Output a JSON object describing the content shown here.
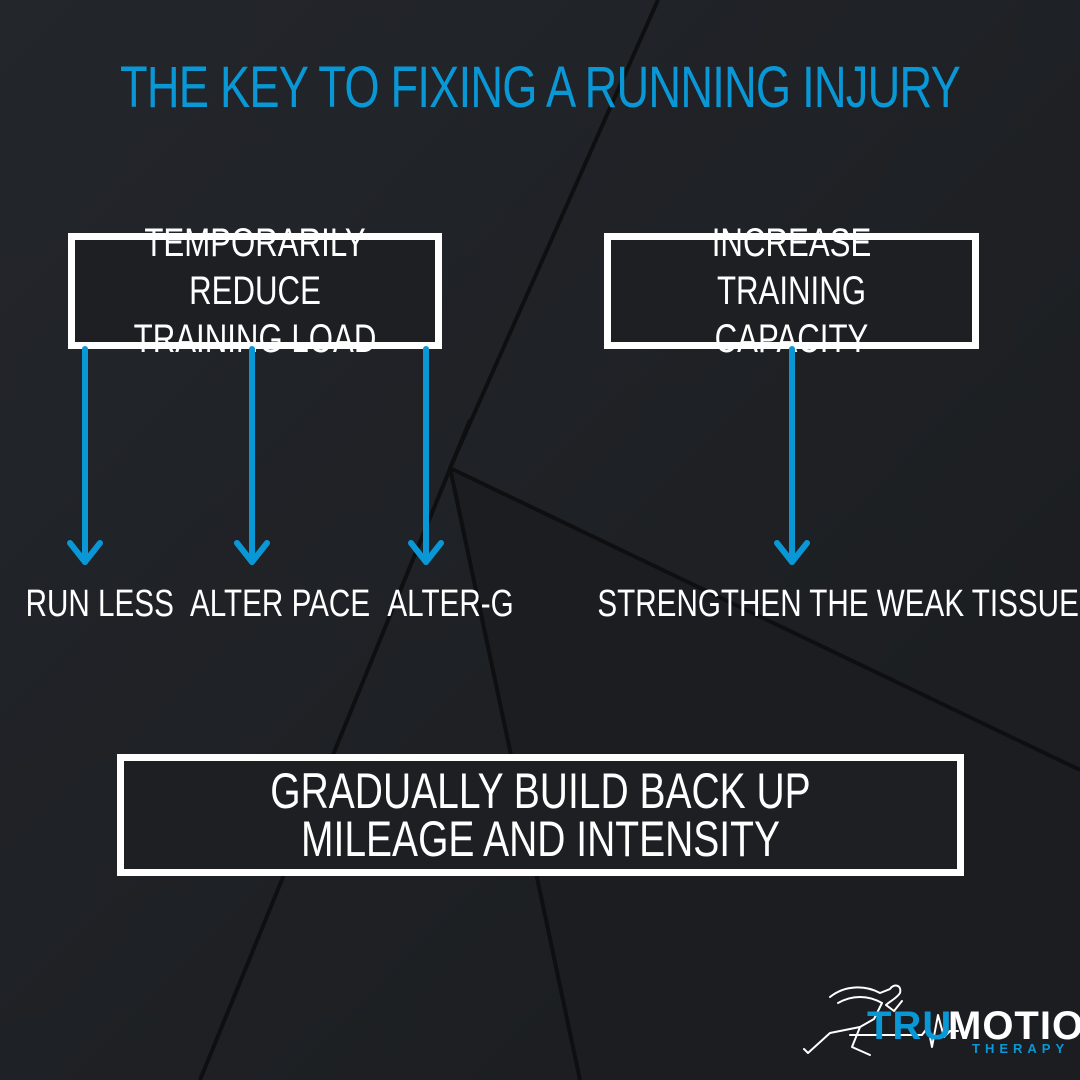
{
  "title": "THE KEY TO FIXING A RUNNING INJURY",
  "colors": {
    "accent": "#0a97d6",
    "background": "#1e2024",
    "text": "#ffffff"
  },
  "branches": [
    {
      "box_label": "TEMPORARILY REDUCE\nTRAINING LOAD",
      "outcomes": [
        "RUN LESS",
        "ALTER PACE",
        "ALTER-G"
      ]
    },
    {
      "box_label": "INCREASE TRAINING\nCAPACITY",
      "outcomes": [
        "STRENGTHEN THE WEAK TISSUES"
      ]
    }
  ],
  "conclusion": "GRADUALLY BUILD BACK UP MILEAGE AND INTENSITY",
  "logo": {
    "part1": "TRU",
    "part2": "MOTION",
    "subtitle": "THERAPY",
    "icon": "runner-heartbeat-icon"
  }
}
